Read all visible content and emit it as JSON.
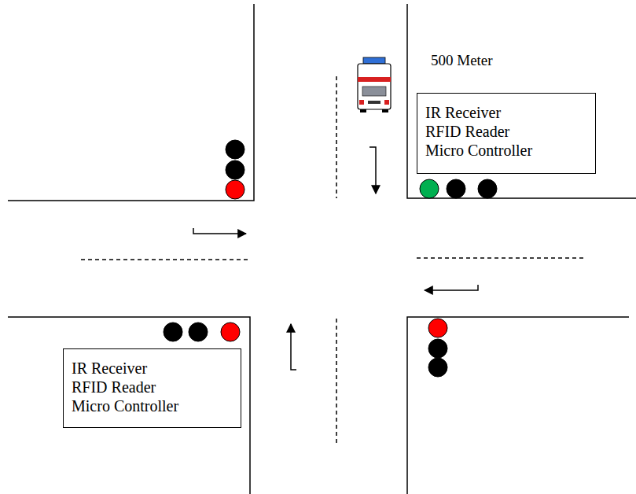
{
  "diagram": {
    "nodes": [
      {
        "text": [
          "IR Receiver",
          "RFID Reader",
          "Micro Controller"
        ]
      },
      {
        "text": [
          "IR Receiver",
          "RFID Reader",
          "Micro Controller"
        ]
      }
    ],
    "labels": [
      "500 Meter"
    ]
  }
}
